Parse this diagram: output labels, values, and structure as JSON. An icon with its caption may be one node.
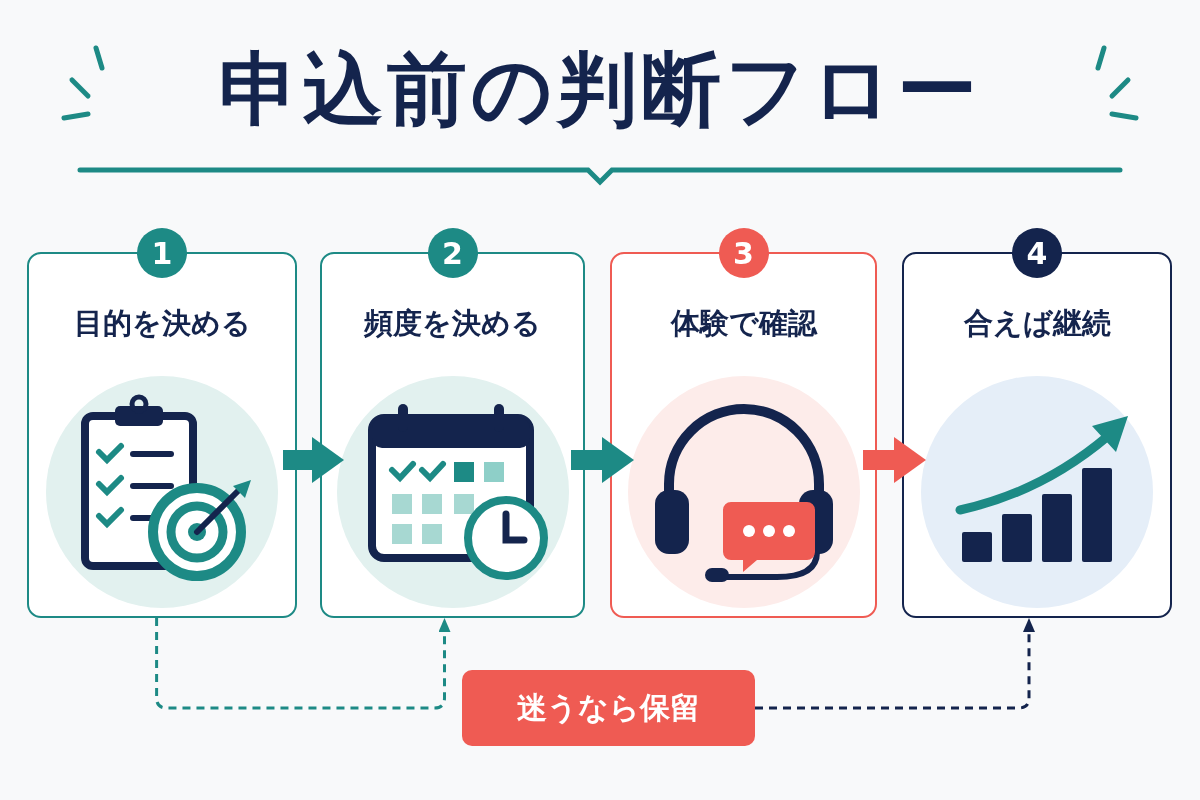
{
  "diagram": {
    "title": "申込前の判断フロー",
    "nodes": [
      {
        "text": [
          "1",
          "目的を決める"
        ]
      },
      {
        "text": [
          "2",
          "頻度を決める"
        ]
      },
      {
        "text": [
          "3",
          "体験で確認"
        ]
      },
      {
        "text": [
          "4",
          "合えば継続"
        ]
      },
      {
        "text": [
          "迷うなら保留"
        ]
      }
    ],
    "edges": [
      {
        "from": 0,
        "to": 1,
        "arrow": "to"
      },
      {
        "from": 1,
        "to": 2,
        "arrow": "to"
      },
      {
        "from": 2,
        "to": 3,
        "arrow": "to",
        "color": "#ef5b53"
      },
      {
        "from": 0,
        "to": 1,
        "arrow": "to",
        "style": "dashed"
      },
      {
        "from": 4,
        "to": 3,
        "arrow": "to",
        "style": "dashed",
        "color": "#14244d"
      }
    ]
  }
}
